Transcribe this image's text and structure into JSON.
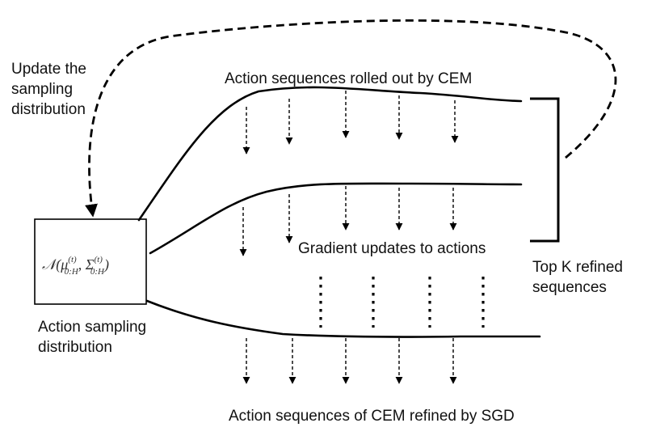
{
  "labels": {
    "update_line1": "Update the",
    "update_line2": "sampling",
    "update_line3": "distribution",
    "rolled_out": "Action sequences rolled out by CEM",
    "gradient": "Gradient updates to actions",
    "topk_line1": "Top K refined",
    "topk_line2": "sequences",
    "sampling_line1": "Action sampling",
    "sampling_line2": "distribution",
    "refined": "Action sequences of CEM refined by SGD"
  },
  "formula": {
    "prefix": "𝒩(μ",
    "mu_sup": "(t)",
    "mu_sub": "0:H",
    "sep": ", Σ",
    "sigma_sup": "(t)",
    "sigma_sub": "0:H",
    "suffix": ")"
  }
}
